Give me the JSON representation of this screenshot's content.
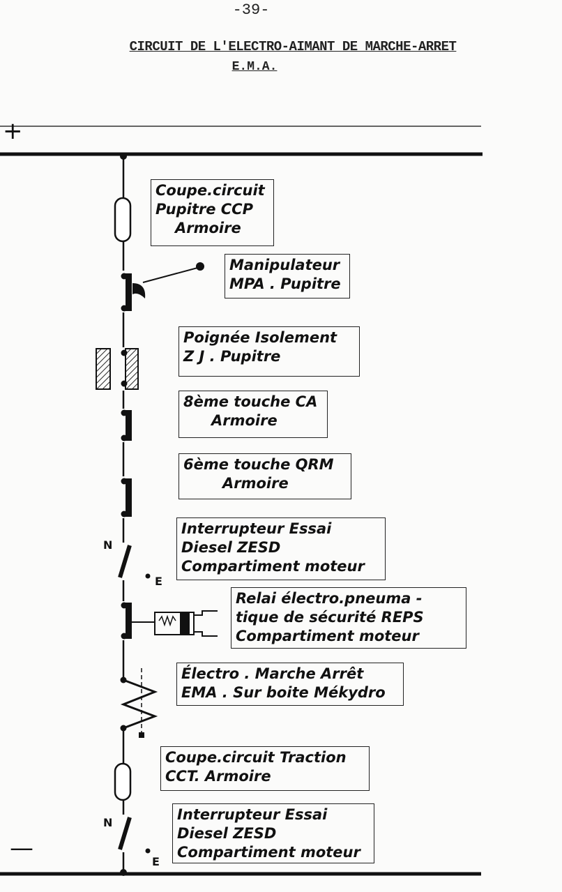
{
  "page_number": "-39-",
  "title": "CIRCUIT DE L'ELECTRO-AIMANT DE MARCHE-ARRET",
  "subtitle": "E.M.A.",
  "rails": {
    "plus": "+",
    "minus": "—"
  },
  "components": [
    {
      "lines": [
        "Coupe.circuit",
        "Pupitre CCP",
        "Armoire"
      ]
    },
    {
      "lines": [
        "Manipulateur",
        "MPA . Pupitre"
      ]
    },
    {
      "lines": [
        "Poignée Isolement",
        "Z J . Pupitre"
      ]
    },
    {
      "lines": [
        "8ème touche CA",
        "Armoire"
      ]
    },
    {
      "lines": [
        "6ème touche QRM",
        "Armoire"
      ]
    },
    {
      "lines": [
        "Interrupteur Essai",
        "Diesel ZESD",
        "Compartiment moteur"
      ]
    },
    {
      "lines": [
        "Relai électro.pneuma -",
        "tique de sécurité REPS",
        "Compartiment moteur"
      ]
    },
    {
      "lines": [
        "Électro . Marche Arrêt",
        "EMA . Sur boite Mékydro"
      ]
    },
    {
      "lines": [
        "Coupe.circuit Traction",
        "CCT. Armoire"
      ]
    },
    {
      "lines": [
        "Interrupteur Essai",
        "Diesel ZESD",
        "Compartiment moteur"
      ]
    }
  ],
  "switch_labels": {
    "n1": "N",
    "e1": "E",
    "n2": "N",
    "e2": "E"
  }
}
